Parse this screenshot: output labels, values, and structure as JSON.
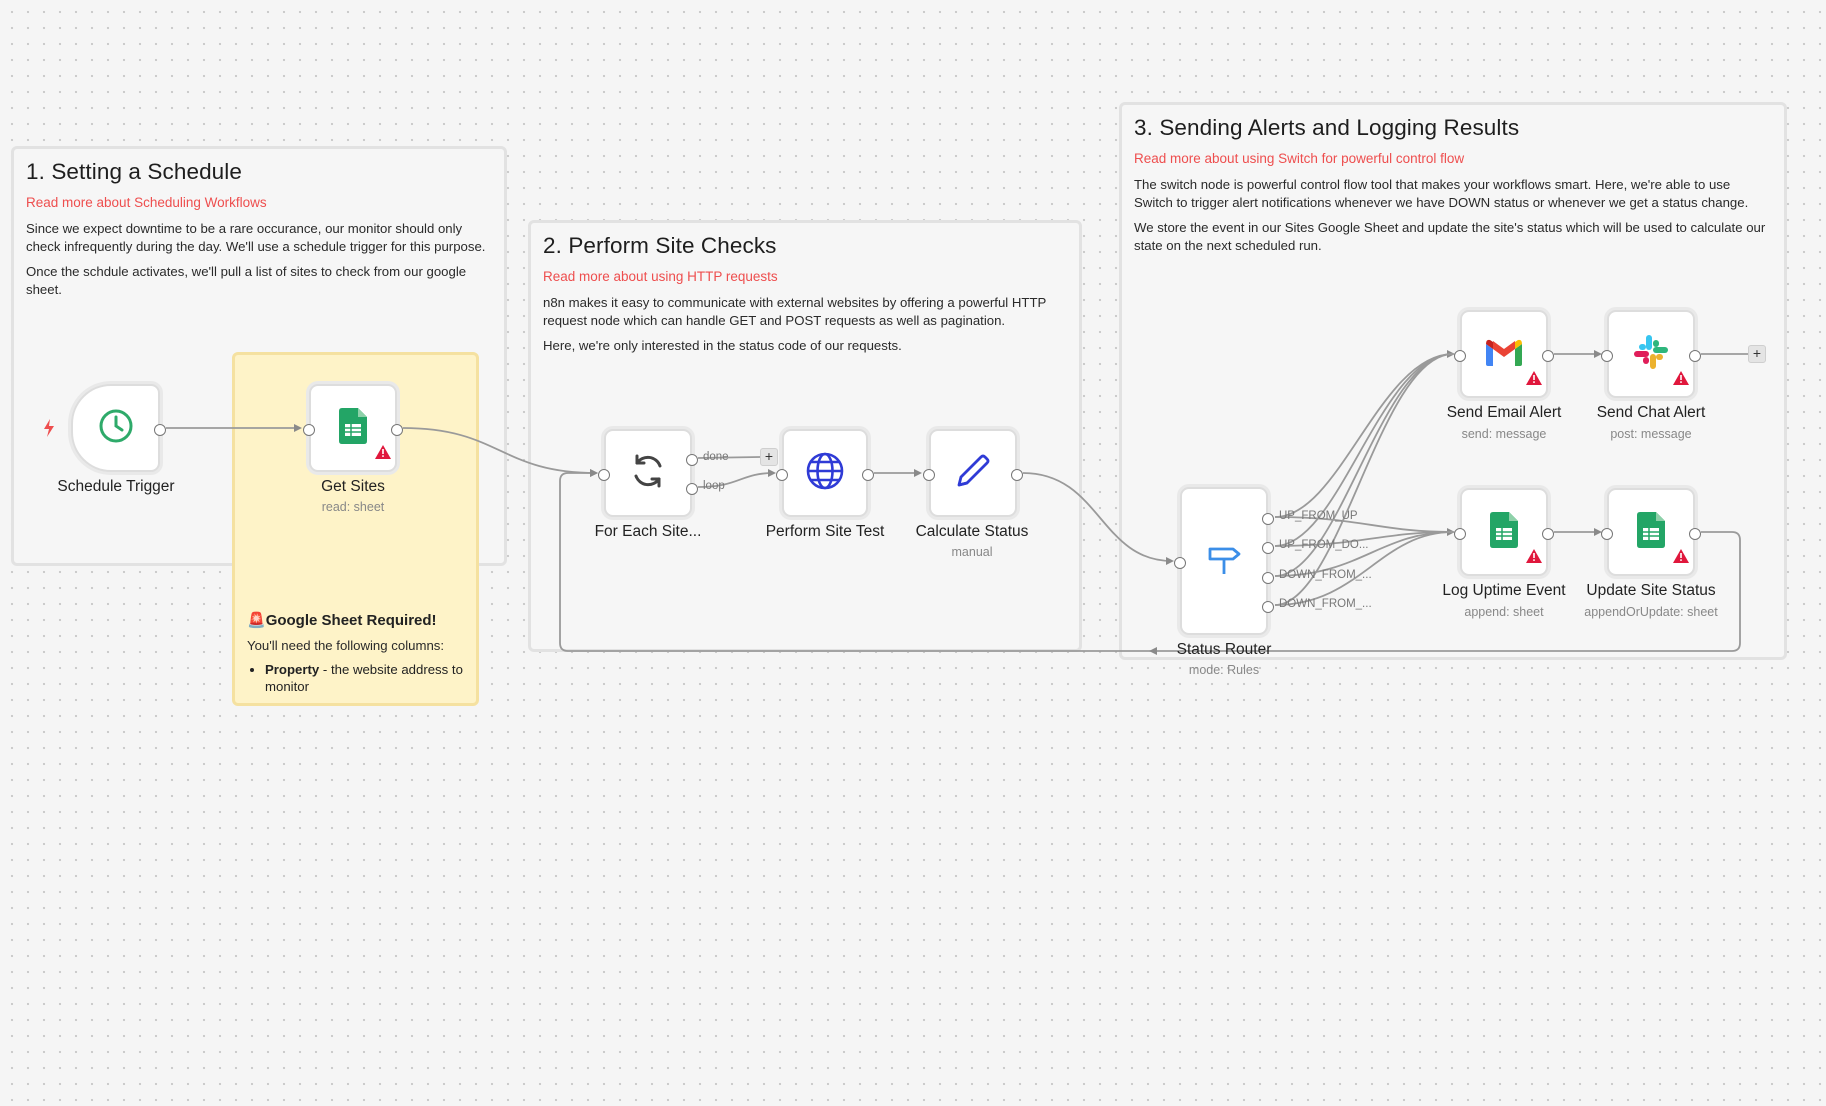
{
  "canvas": {
    "accent": "#ee4e4e",
    "note_bg": "#fef3c8"
  },
  "stickies": {
    "schedule": {
      "title": "1. Setting a Schedule",
      "link": "Read more about Scheduling Workflows",
      "p1": "Since we expect downtime to be a rare occurance, our monitor should only check infrequently during the day. We'll use a schedule trigger for this purpose.",
      "p2": "Once the schdule activates, we'll pull a list of sites to check from our google sheet."
    },
    "checks": {
      "title": "2. Perform Site Checks",
      "link": "Read more about using HTTP requests",
      "p1": "n8n makes it easy to communicate with external websites by offering a powerful HTTP request node which can handle GET and POST requests as well as pagination.",
      "p2": "Here, we're only interested in the status code of our requests."
    },
    "alerts": {
      "title": "3. Sending Alerts and Logging Results",
      "link": "Read more about using Switch for powerful control flow",
      "p1": "The switch node is powerful control flow tool that makes your workflows smart. Here, we're able to use Switch to trigger alert notifications whenever we have DOWN status or whenever we get a status change.",
      "p2": "We store the event in our Sites Google Sheet and update the site's status which will be used to calculate our state on the next scheduled run."
    },
    "note": {
      "icon": "🚨",
      "title": "Google Sheet Required!",
      "intro": "You'll need the following columns:",
      "item_key": "Property",
      "item_text": " - the website address to monitor"
    }
  },
  "nodes": {
    "schedule_trigger": {
      "name": "Schedule Trigger",
      "icon": "clock-icon"
    },
    "get_sites": {
      "name": "Get Sites",
      "subtitle": "read: sheet",
      "icon": "google-sheets-icon"
    },
    "for_each": {
      "name": "For Each Site...",
      "icon": "loop-icon",
      "outputs": [
        "done",
        "loop"
      ]
    },
    "perform_test": {
      "name": "Perform Site Test",
      "icon": "globe-icon"
    },
    "calc_status": {
      "name": "Calculate Status",
      "subtitle": "manual",
      "icon": "pencil-icon"
    },
    "status_router": {
      "name": "Status Router",
      "subtitle": "mode: Rules",
      "icon": "signpost-icon",
      "outputs": [
        "UP_FROM_UP",
        "UP_FROM_DO...",
        "DOWN_FROM_...",
        "DOWN_FROM_..."
      ]
    },
    "send_email": {
      "name": "Send Email Alert",
      "subtitle": "send: message",
      "icon": "gmail-icon"
    },
    "send_chat": {
      "name": "Send Chat Alert",
      "subtitle": "post: message",
      "icon": "slack-icon"
    },
    "log_uptime": {
      "name": "Log Uptime Event",
      "subtitle": "append: sheet",
      "icon": "google-sheets-icon"
    },
    "update_status": {
      "name": "Update Site Status",
      "subtitle": "appendOrUpdate: sheet",
      "icon": "google-sheets-icon"
    }
  },
  "controls": {
    "add_label": "+",
    "trigger_icon": "lightning-icon",
    "warning_icon": "warning-icon"
  }
}
